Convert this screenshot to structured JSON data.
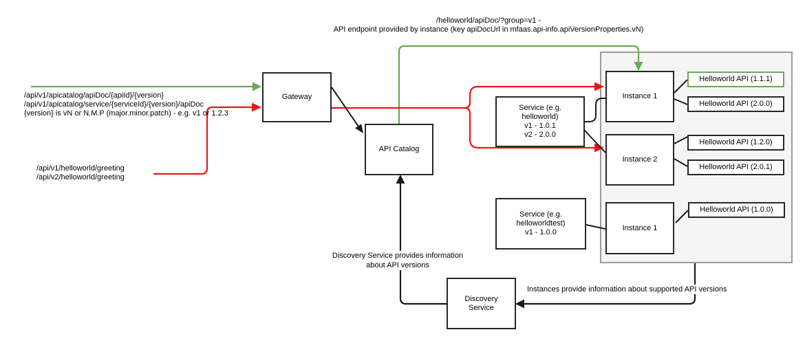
{
  "colors": {
    "green": "#6aa84f",
    "red": "#f01414",
    "black": "#1a1a1a",
    "container_fill": "#f5f5f5",
    "container_border": "#9a9a9a",
    "box_border": "#262626"
  },
  "annotations": {
    "top": {
      "line1": "/helloworld/apiDoc/?group=v1 -",
      "line2": "API endpoint provided by instance (key apiDocUrl in mfaas.api-info.apiVersionProperties.vN)"
    },
    "gateway_endpoints": {
      "line1": "/api/v1/apicatalog/apiDoc/{apiId}/{version}",
      "line2": "/api/v1/apicatalog/service/{serviceId}/{version}/apiDoc",
      "line3": "{version} is vN or N.M.P (major.minor.patch) - e.g. v1 or 1.2.3"
    },
    "greeting_endpoints": {
      "line1": "/api/v1/helloworld/greeting",
      "line2": "/api/v2/helloworld/greeting"
    },
    "discovery_note": {
      "line1": "Discovery Service provides information",
      "line2": "about API versions"
    },
    "instances_note": "Instances provide information about supported API versions"
  },
  "nodes": {
    "gateway": {
      "label": "Gateway"
    },
    "api_catalog": {
      "label": "API Catalog"
    },
    "discovery_service": {
      "lines": [
        "Discovery",
        "Service"
      ]
    },
    "service_helloworld": {
      "lines": [
        "Service (e.g.",
        "helloworld)",
        "v1 - 1.0.1",
        "v2 - 2.0.0"
      ]
    },
    "service_helloworldtest": {
      "lines": [
        "Service (e.g.",
        "helloworldtest)",
        "v1 - 1.0.0"
      ]
    },
    "instance1": {
      "label": "Instance 1"
    },
    "instance2": {
      "label": "Instance 2"
    },
    "instance1_test": {
      "label": "Instance 1"
    },
    "api_1_1_1": {
      "label": "Helloworld API (1.1.1)"
    },
    "api_2_0_0": {
      "label": "Helloworld API (2.0.0)"
    },
    "api_1_2_0": {
      "label": "Helloworld API (1.2.0)"
    },
    "api_2_0_1": {
      "label": "Helloworld API (2.0.1)"
    },
    "api_1_0_0": {
      "label": "Helloworld API (1.0.0)"
    }
  }
}
